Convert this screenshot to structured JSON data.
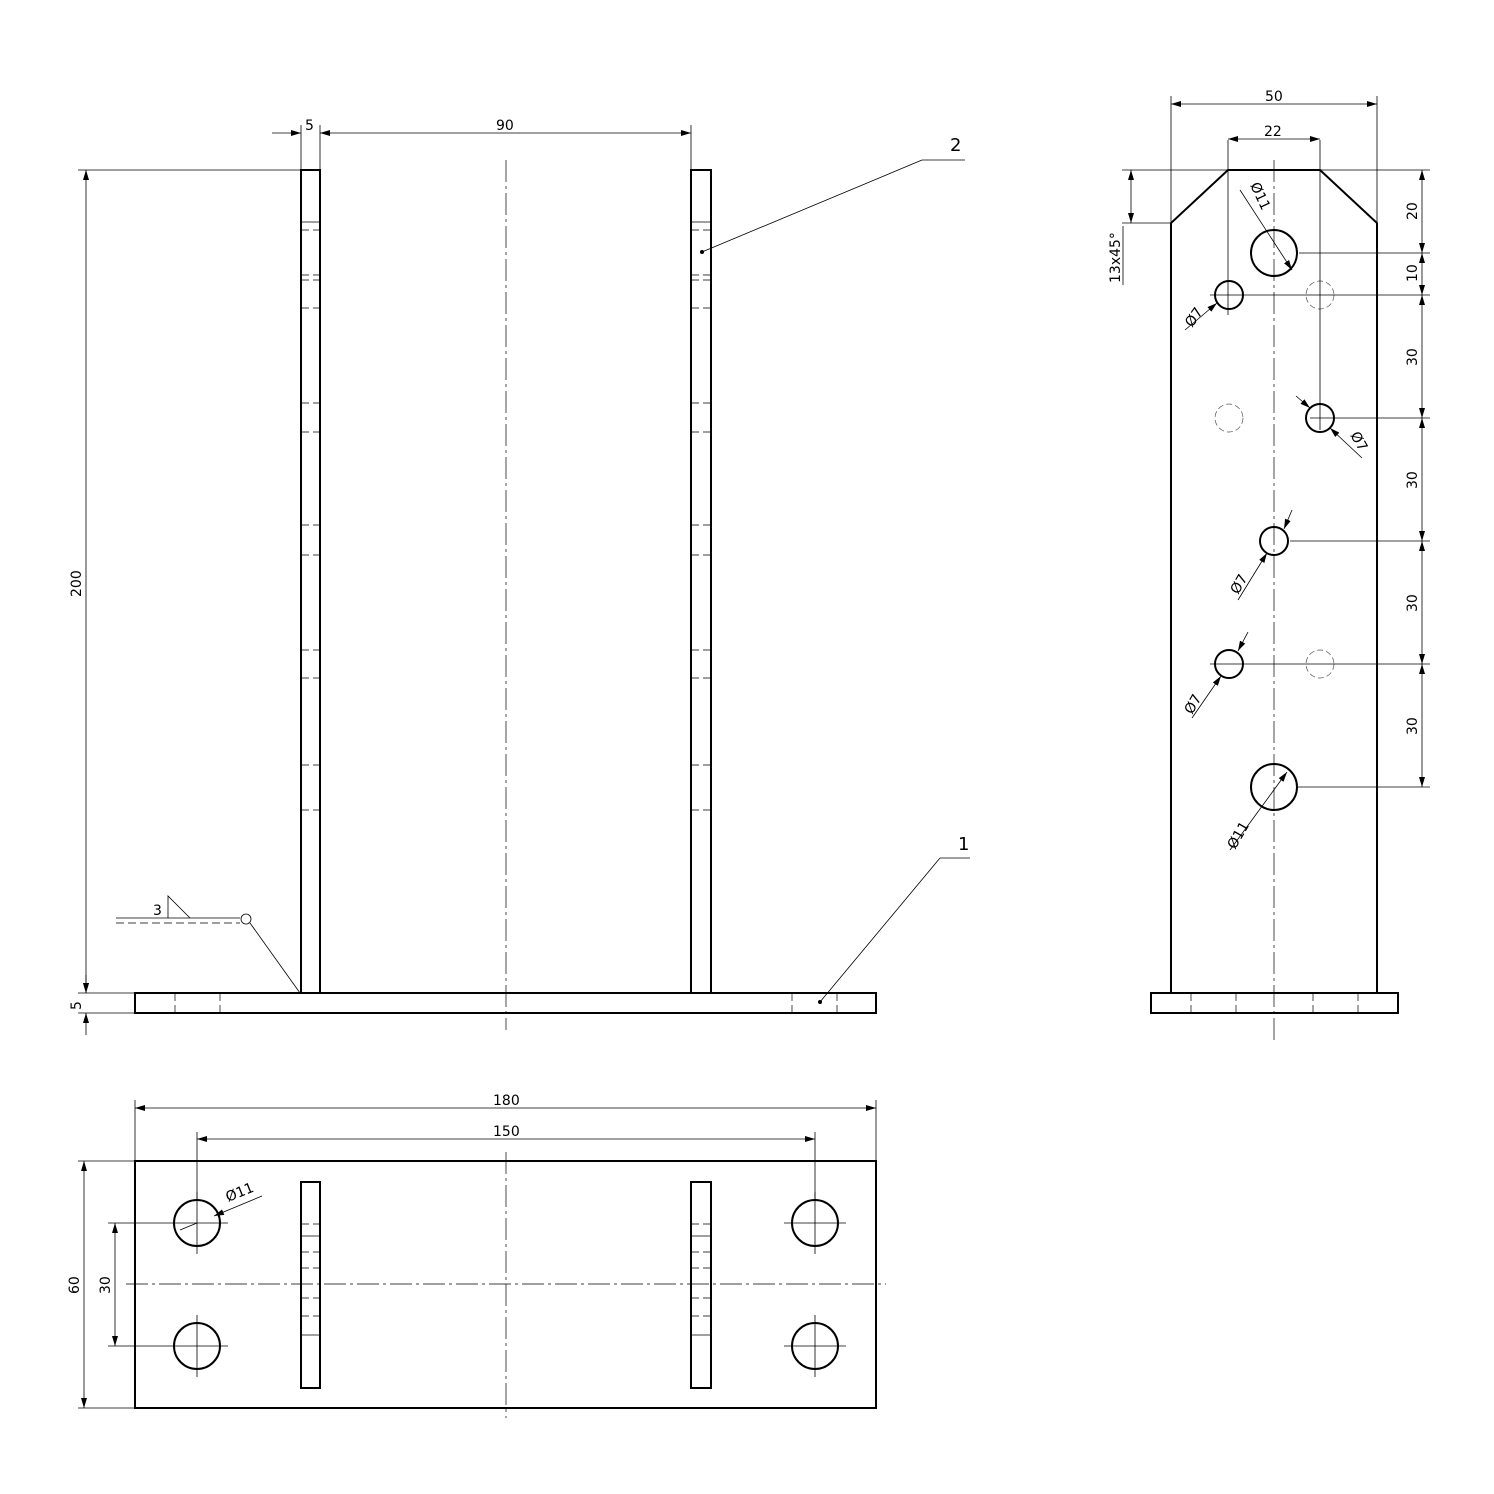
{
  "front_view": {
    "dim_fin_thickness": "5",
    "dim_fin_spacing": "90",
    "dim_height": "200",
    "dim_base_thickness": "5",
    "weld_size": "3",
    "callout_1": "1",
    "callout_2": "2"
  },
  "side_view": {
    "dim_width": "50",
    "dim_top_width": "22",
    "dim_chamfer": "13x45°",
    "dim_v1": "20",
    "dim_v2": "10",
    "dim_v3": "30",
    "dim_v4": "30",
    "dim_v5": "30",
    "dim_v6": "30",
    "hole_top_large": "Ø11",
    "hole_1": "Ø7",
    "hole_2": "Ø7",
    "hole_3": "Ø7",
    "hole_4": "Ø7",
    "hole_bottom_large": "Ø11"
  },
  "plan_view": {
    "dim_length": "180",
    "dim_hole_spacing": "150",
    "dim_width": "60",
    "dim_hole_pitch": "30",
    "hole_label": "Ø11"
  }
}
